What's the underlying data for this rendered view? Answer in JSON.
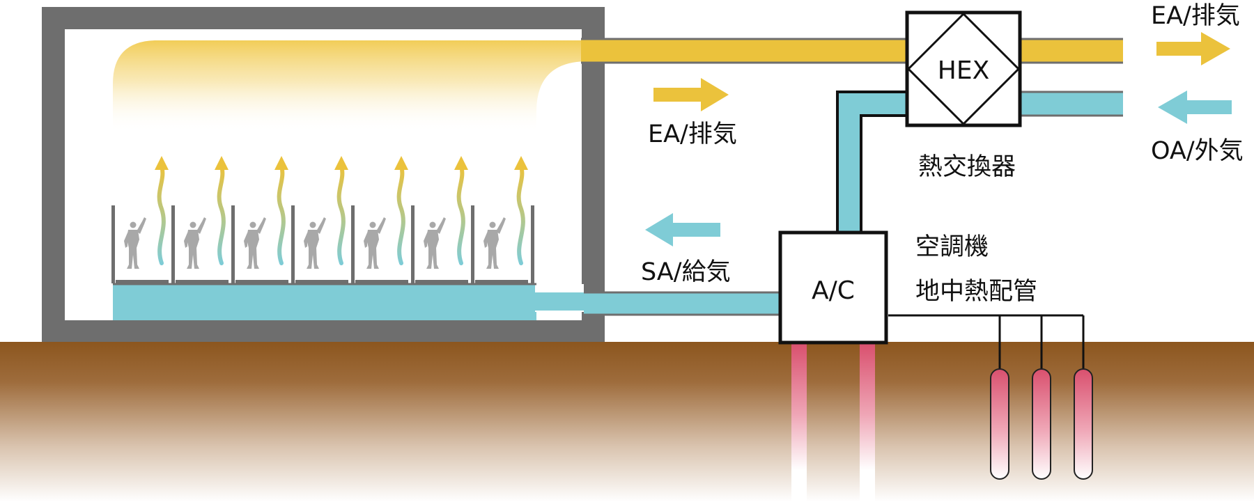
{
  "labels": {
    "ea_top_right": "EA/排気",
    "ea_mid": "EA/排気",
    "oa": "OA/外気",
    "sa": "SA/給気",
    "hex_box": "HEX",
    "hex_caption": "熱交換器",
    "ac_box": "A/C",
    "ac_caption": "空調機",
    "ground_pipe_caption": "地中熱配管"
  },
  "colors": {
    "exhaust_yellow": "#EBC23C",
    "supply_cyan": "#7FCCD6",
    "wall_gray": "#6E6E6E",
    "soil_brown": "#8C561E",
    "pipe_red": "#D9506E",
    "figure_gray": "#A8A8A8",
    "box_border": "#111111"
  },
  "icons": {
    "occupant": "person-figure-icon",
    "exhaust_arrow": "arrow-right-icon",
    "intake_arrow": "arrow-left-icon",
    "heat_rise": "wavy-up-arrow-icon"
  }
}
